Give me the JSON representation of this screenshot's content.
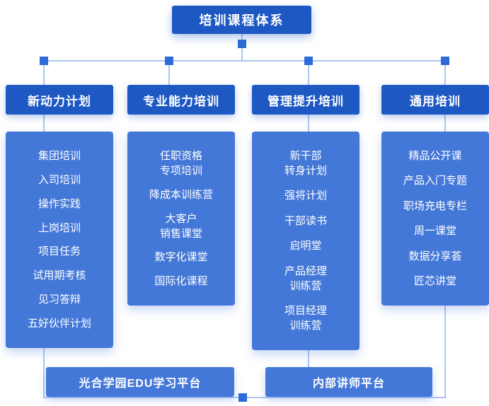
{
  "title": "培训课程体系",
  "columns": [
    {
      "header": "新动力计划",
      "items": [
        "集团培训",
        "入司培训",
        "操作实践",
        "上岗培训",
        "项目任务",
        "试用期考核",
        "见习答辩",
        "五好伙伴计划"
      ]
    },
    {
      "header": "专业能力培训",
      "items": [
        "任职资格\n专项培训",
        "降成本训练营",
        "大客户\n销售课堂",
        "数字化课堂",
        "国际化课程"
      ]
    },
    {
      "header": "管理提升培训",
      "items": [
        "新干部\n转身计划",
        "强将计划",
        "干部读书",
        "启明堂",
        "产品经理\n训练营",
        "项目经理\n训练营"
      ]
    },
    {
      "header": "通用培训",
      "items": [
        "精品公开课",
        "产品入门专题",
        "职场充电专栏",
        "周一课堂",
        "数据分享荟",
        "匠芯讲堂"
      ]
    }
  ],
  "platforms": [
    {
      "label": "光合学园EDU学习平台"
    },
    {
      "label": "内部讲师平台"
    }
  ],
  "colors": {
    "header_blue": "#1d58c3",
    "body_blue": "#4478d8",
    "line_blue": "#abc7ef",
    "node_blue": "#2c6bd8",
    "text_white": "#ffffff"
  }
}
